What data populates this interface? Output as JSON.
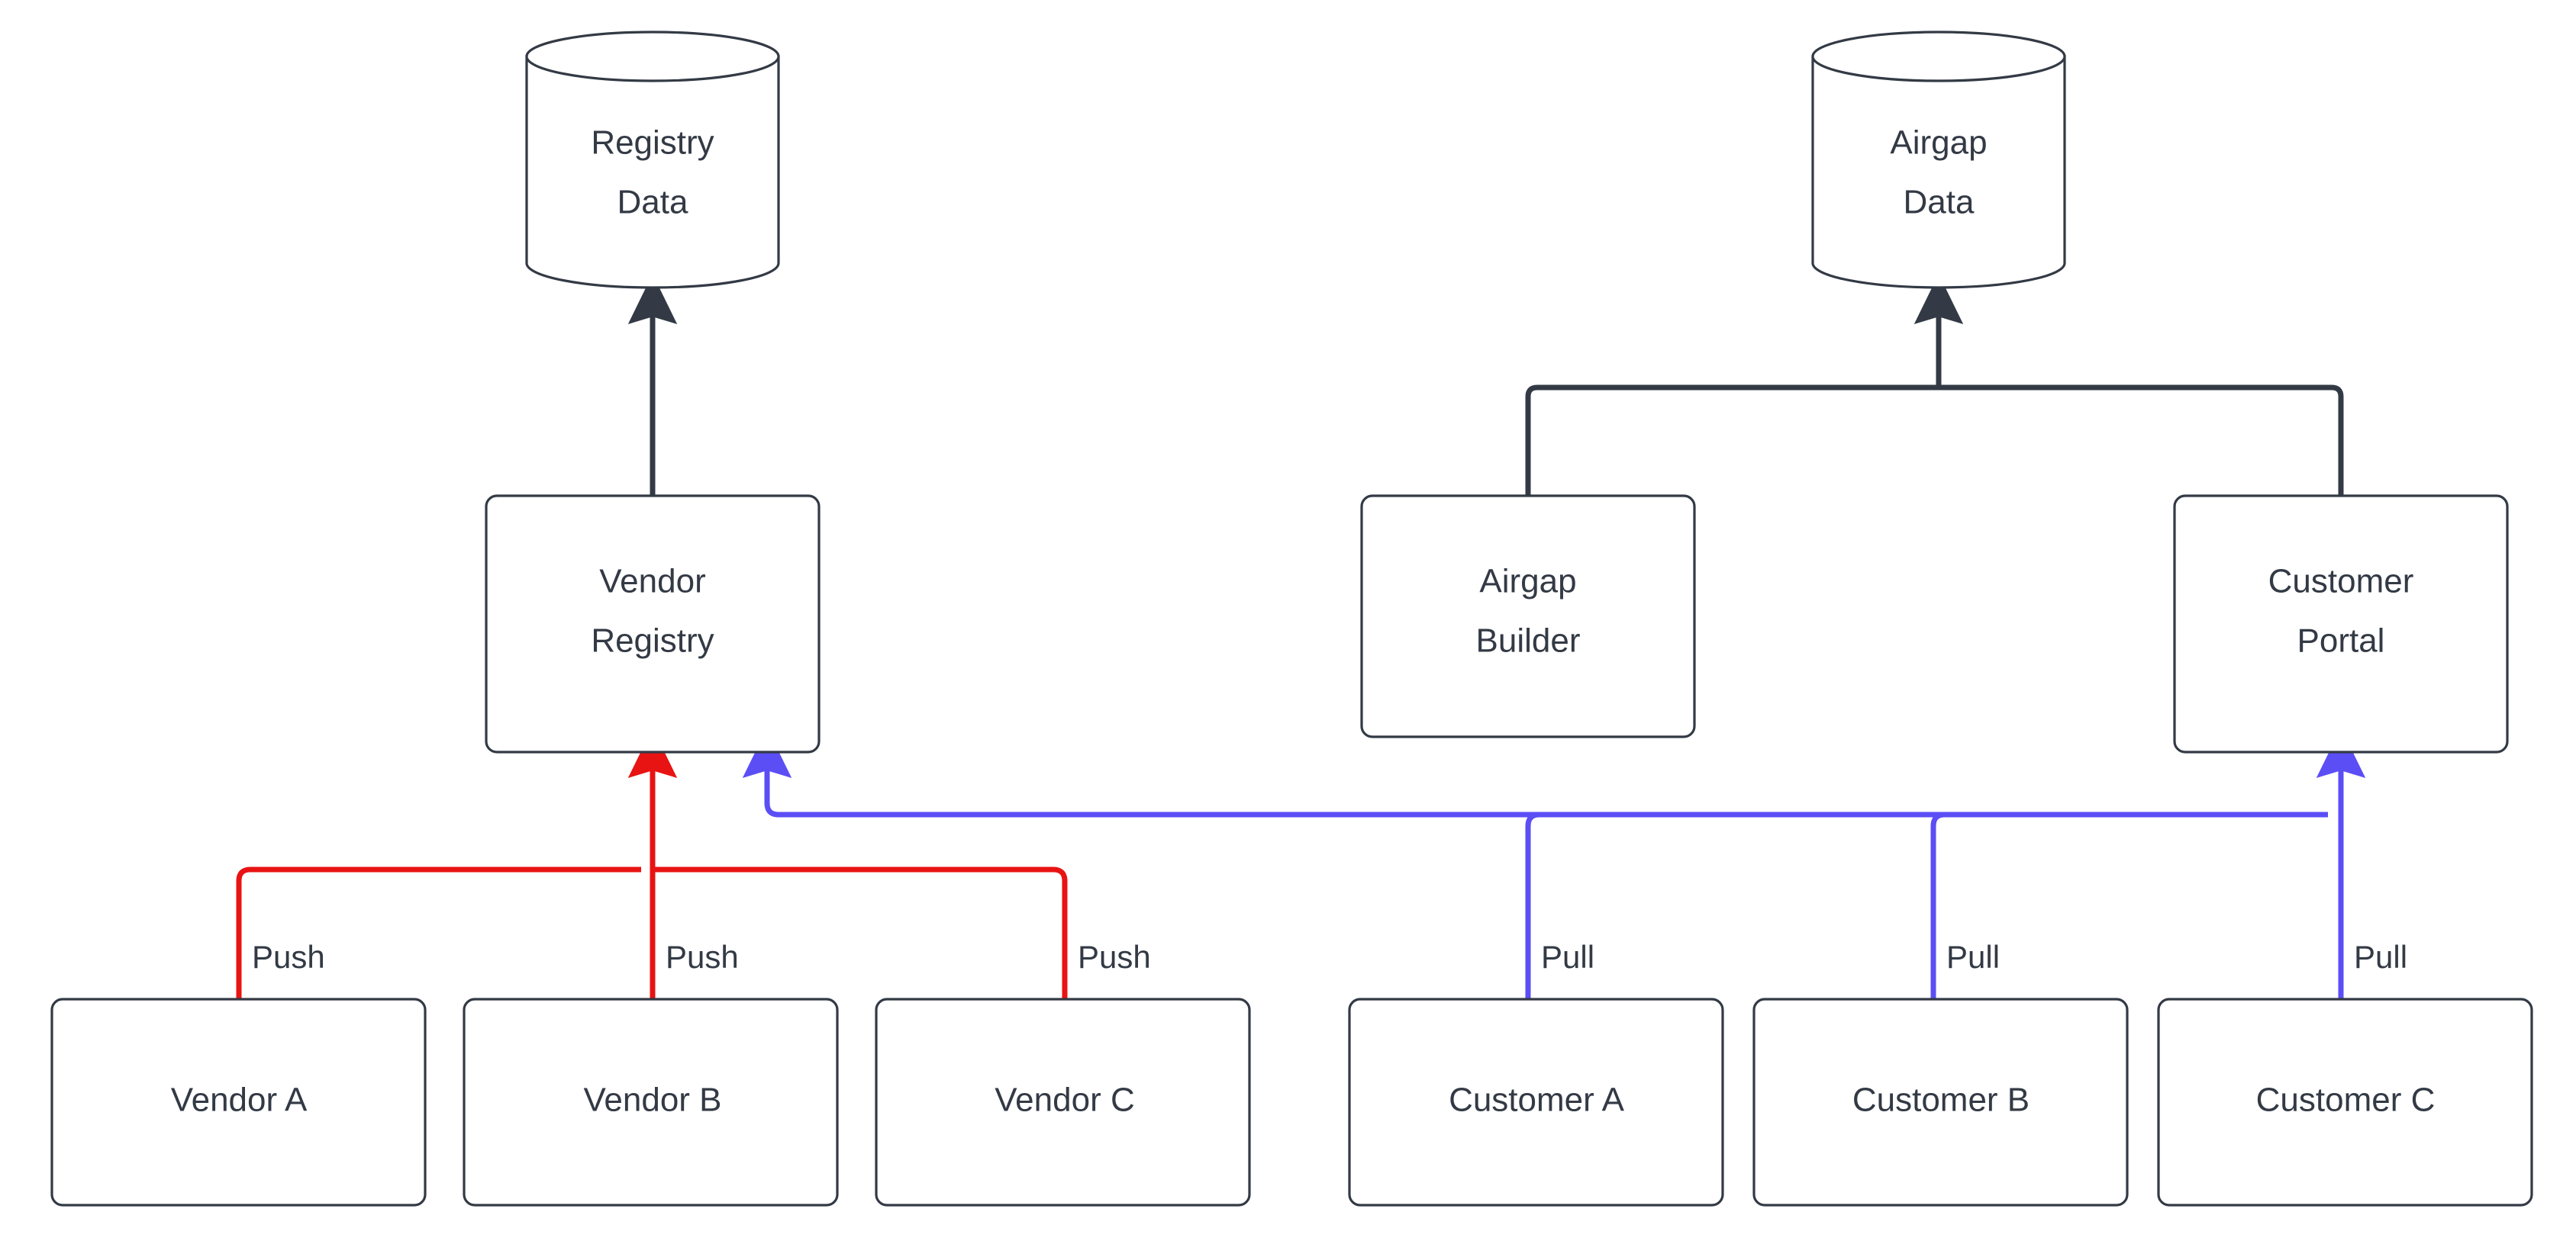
{
  "diagram": {
    "type": "flow-diagram",
    "background_color": "#ffffff",
    "colors": {
      "node_stroke": "#333a45",
      "node_fill": "#ffffff",
      "text": "#333a45",
      "default_edge": "#333a45",
      "push_edge": "#e81313",
      "pull_edge": "#5b4ef5"
    },
    "nodes": {
      "registry_data": {
        "label_line1": "Registry",
        "label_line2": "Data",
        "shape": "cylinder"
      },
      "airgap_data": {
        "label_line1": "Airgap",
        "label_line2": "Data",
        "shape": "cylinder"
      },
      "vendor_registry": {
        "label_line1": "Vendor",
        "label_line2": "Registry",
        "shape": "rounded-rect"
      },
      "airgap_builder": {
        "label_line1": "Airgap",
        "label_line2": "Builder",
        "shape": "rounded-rect"
      },
      "customer_portal": {
        "label_line1": "Customer",
        "label_line2": "Portal",
        "shape": "rounded-rect"
      },
      "vendor_a": {
        "label": "Vendor A",
        "shape": "rounded-rect"
      },
      "vendor_b": {
        "label": "Vendor B",
        "shape": "rounded-rect"
      },
      "vendor_c": {
        "label": "Vendor C",
        "shape": "rounded-rect"
      },
      "customer_a": {
        "label": "Customer A",
        "shape": "rounded-rect"
      },
      "customer_b": {
        "label": "Customer B",
        "shape": "rounded-rect"
      },
      "customer_c": {
        "label": "Customer C",
        "shape": "rounded-rect"
      }
    },
    "edge_labels": {
      "push_a": "Push",
      "push_b": "Push",
      "push_c": "Push",
      "pull_a": "Pull",
      "pull_b": "Pull",
      "pull_c": "Pull"
    },
    "edges": [
      {
        "from": "vendor_registry",
        "to": "registry_data",
        "color": "#333a45",
        "label": ""
      },
      {
        "from": "airgap_builder",
        "to": "airgap_data",
        "color": "#333a45",
        "label": ""
      },
      {
        "from": "customer_portal",
        "to": "airgap_data",
        "color": "#333a45",
        "label": ""
      },
      {
        "from": "vendor_a",
        "to": "vendor_registry",
        "color": "#e81313",
        "label": "Push"
      },
      {
        "from": "vendor_b",
        "to": "vendor_registry",
        "color": "#e81313",
        "label": "Push"
      },
      {
        "from": "vendor_c",
        "to": "vendor_registry",
        "color": "#e81313",
        "label": "Push"
      },
      {
        "from": "customer_a",
        "to": "vendor_registry",
        "color": "#5b4ef5",
        "label": "Pull"
      },
      {
        "from": "customer_b",
        "to": "vendor_registry",
        "color": "#5b4ef5",
        "label": "Pull"
      },
      {
        "from": "customer_c",
        "to": "customer_portal",
        "color": "#5b4ef5",
        "label": "Pull"
      }
    ]
  }
}
